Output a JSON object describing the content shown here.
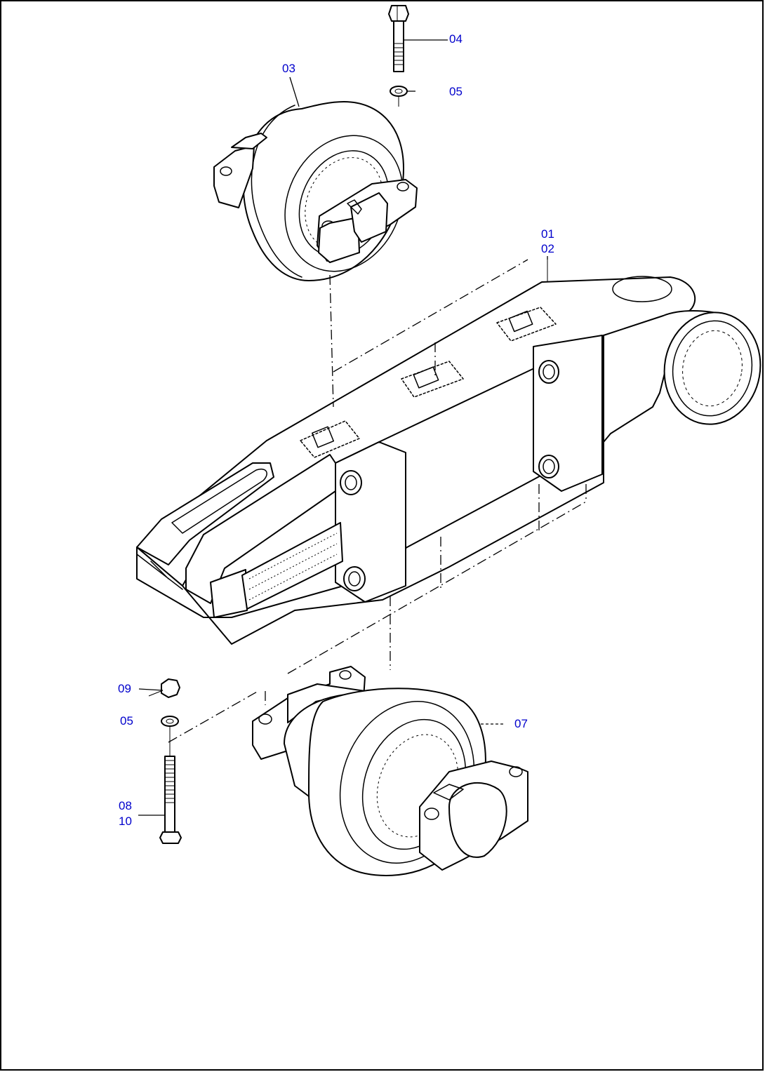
{
  "callouts": {
    "c01": "01",
    "c02": "02",
    "c03": "03",
    "c04": "04",
    "c05_top": "05",
    "c05_bottom": "05",
    "c07": "07",
    "c08": "08",
    "c09": "09",
    "c10": "10"
  },
  "colors": {
    "callout_text": "#0000cc",
    "line_art": "#000000",
    "background": "#ffffff"
  }
}
